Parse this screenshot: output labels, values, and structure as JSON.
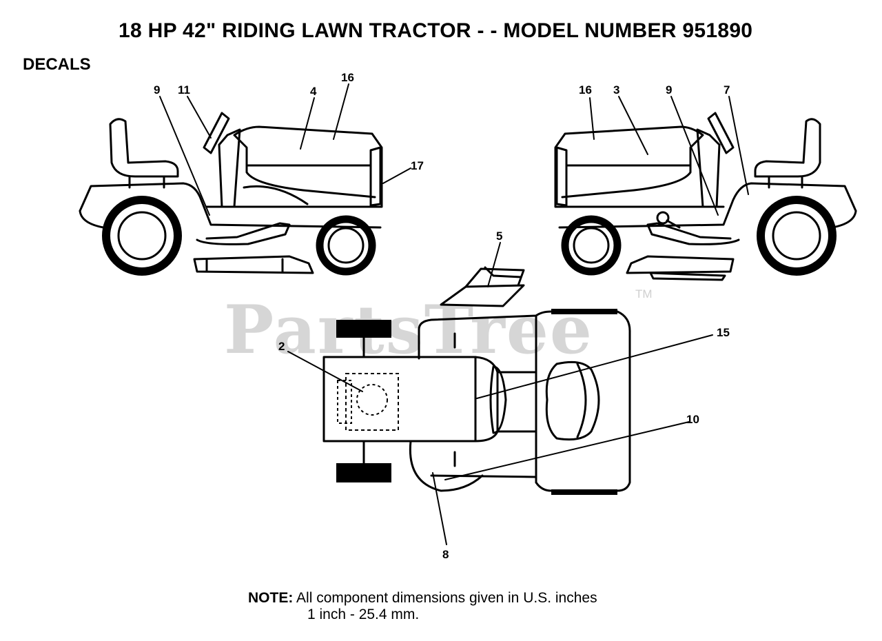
{
  "header": {
    "title": "18 HP 42\" RIDING LAWN TRACTOR - - MODEL NUMBER 951890"
  },
  "section": {
    "title": "DECALS"
  },
  "watermark": {
    "text": "PartsTree",
    "trademark": "TM"
  },
  "callouts": [
    "9",
    "11",
    "4",
    "16",
    "17",
    "16",
    "3",
    "9",
    "7",
    "5",
    "2",
    "15",
    "10",
    "8"
  ],
  "note": {
    "label": "NOTE:",
    "line1": "All component dimensions given in U.S. inches",
    "line2": "1 inch - 25.4 mm."
  },
  "colors": {
    "line": "#000000",
    "watermark": "#d6d6d6",
    "background": "#ffffff"
  }
}
